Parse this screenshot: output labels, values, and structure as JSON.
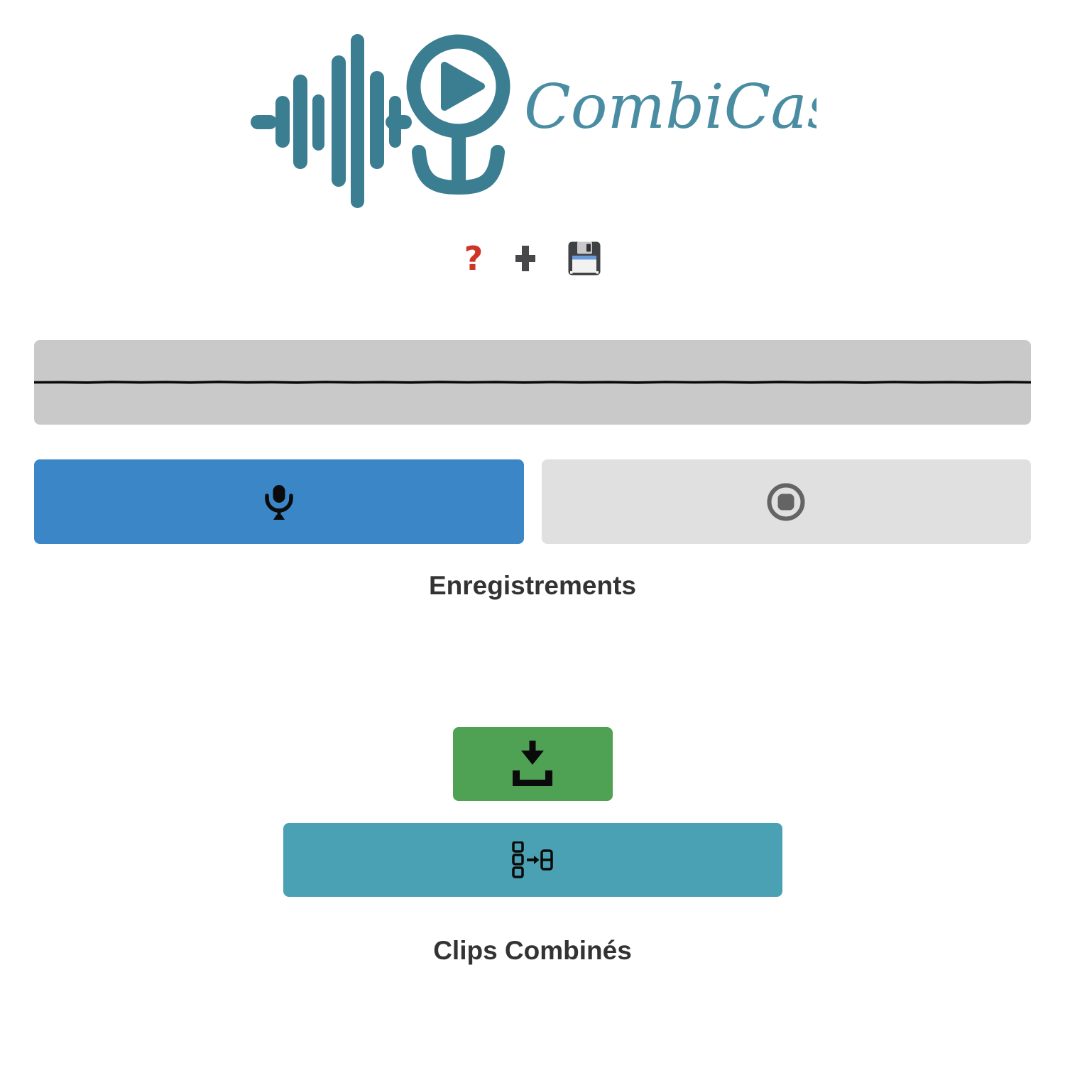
{
  "brand": {
    "name": "CombiCast"
  },
  "toolbar": {
    "help": {
      "icon": "question-mark-icon",
      "glyph": "?",
      "color": "#cf3427"
    },
    "add": {
      "icon": "plus-icon",
      "color": "#48484a"
    },
    "save": {
      "icon": "floppy-disk-icon"
    }
  },
  "recorder": {
    "waveform": {
      "state": "flat-line",
      "background": "#c9c9c9",
      "line_color": "#0a0a0a"
    },
    "record_button": {
      "icon": "microphone-icon",
      "color": "#3a86c7"
    },
    "stop_button": {
      "icon": "stop-circle-icon",
      "color": "#e0e0e0",
      "icon_color": "#646464"
    }
  },
  "recordings_section": {
    "title": "Enregistrements",
    "items": []
  },
  "actions": {
    "download_button": {
      "icon": "download-tray-icon",
      "color": "#4fa153"
    },
    "combine_button": {
      "icon": "merge-clips-icon",
      "color": "#4aa1b4"
    }
  },
  "combined_section": {
    "title": "Clips Combinés",
    "items": []
  }
}
